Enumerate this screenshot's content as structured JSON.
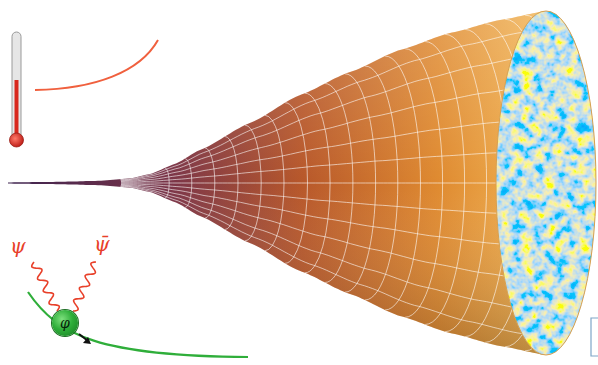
{
  "diagram": {
    "nodes": [
      {
        "text": [
          "φ"
        ]
      }
    ],
    "labels": [
      "ψ",
      "ψ̄"
    ]
  }
}
